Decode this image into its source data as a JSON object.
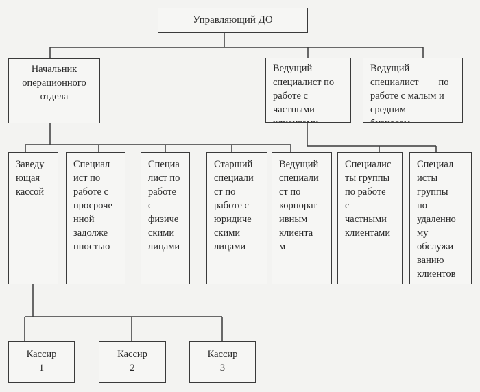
{
  "diagram": {
    "root": {
      "lines": [
        "Управляющий ДО"
      ]
    },
    "level2": [
      {
        "id": "head-ops",
        "lines": [
          "Начальник",
          "операционного",
          "отдела"
        ]
      },
      {
        "id": "lead-private",
        "lines": [
          "Ведущий",
          "специалист по",
          "работе с",
          "частными",
          "клиентами"
        ]
      },
      {
        "id": "lead-sme",
        "lines": [
          "Ведущий",
          "специалист        по",
          "работе с малым и",
          "средним",
          "бизнесом"
        ]
      }
    ],
    "level3": [
      {
        "id": "cash-head",
        "lines": [
          "Заведу",
          "ющая",
          "кассой"
        ]
      },
      {
        "id": "overdue",
        "lines": [
          "Специал",
          "ист по",
          "работе с",
          "просроче",
          "нной",
          "задолже",
          "нностью"
        ]
      },
      {
        "id": "individuals",
        "lines": [
          "Специа",
          "лист по",
          "работе",
          "с",
          "физиче",
          "скими",
          "лицами"
        ]
      },
      {
        "id": "legal",
        "lines": [
          "Старший",
          "специали",
          "ст по",
          "работе с",
          "юридиче",
          "скими",
          "лицами"
        ]
      },
      {
        "id": "corporate",
        "lines": [
          "Ведущий",
          "специали",
          "ст по",
          "корпорат",
          "ивным",
          "клиента",
          "м"
        ]
      },
      {
        "id": "private-group",
        "lines": [
          "Специалис",
          "ты группы",
          "по работе",
          "с",
          "частными",
          "клиентами"
        ]
      },
      {
        "id": "remote-group",
        "lines": [
          "Специал",
          "исты",
          "группы",
          "по",
          "удаленно",
          "му",
          "обслужи",
          "ванию",
          "клиентов"
        ]
      }
    ],
    "level4": [
      {
        "id": "cashier-1",
        "lines": [
          "Кассир",
          "1"
        ]
      },
      {
        "id": "cashier-2",
        "lines": [
          "Кассир",
          "2"
        ]
      },
      {
        "id": "cashier-3",
        "lines": [
          "Кассир",
          "3"
        ]
      }
    ]
  }
}
